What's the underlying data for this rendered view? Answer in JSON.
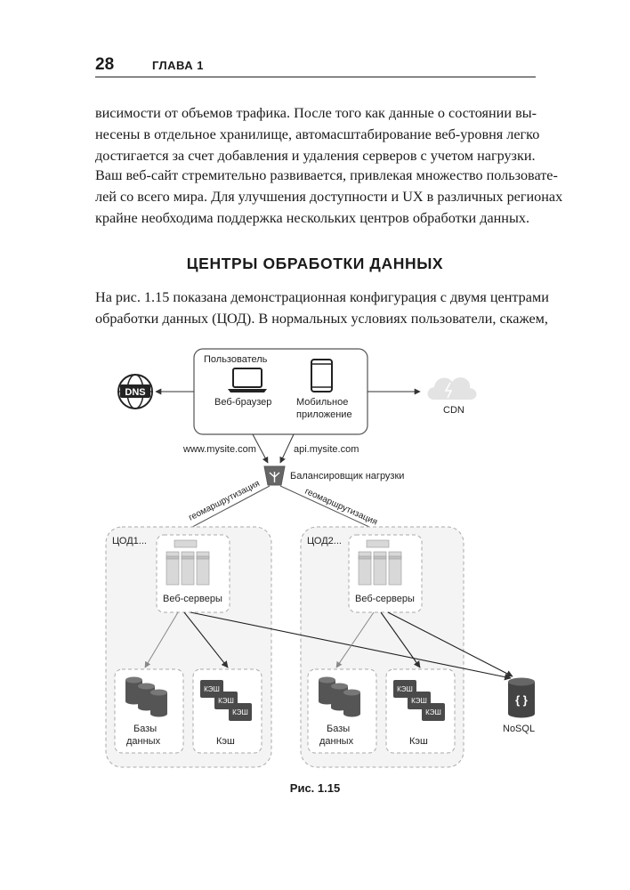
{
  "header": {
    "page_number": "28",
    "chapter": "ГЛАВА 1"
  },
  "paragraphs": [
    {
      "lines": [
        "висимости от объемов трафика. После того как данные о состоянии вы-",
        "несены в отдельное хранилище, автомасштабирование веб-уровня легко",
        "достигается за счет добавления и удаления серверов с учетом нагрузки."
      ]
    },
    {
      "lines": [
        "Ваш веб-сайт стремительно развивается, привлекая множество пользовате-",
        "лей со всего мира. Для улучшения доступности и UX в различных регионах",
        "крайне необходима поддержка нескольких центров обработки данных."
      ]
    }
  ],
  "section_title": "ЦЕНТРЫ ОБРАБОТКИ ДАННЫХ",
  "intro": {
    "lines": [
      "На рис. 1.15 показана демонстрационная конфигурация с двумя центрами",
      "обработки данных (ЦОД). В нормальных условиях пользователи, скажем,"
    ]
  },
  "diagram": {
    "user_label": "Пользователь",
    "web_browser": "Веб-браузер",
    "mobile_app_line1": "Мобильное",
    "mobile_app_line2": "приложение",
    "dns": "DNS",
    "cdn": "CDN",
    "www_url": "www.mysite.com",
    "api_url": "api.mysite.com",
    "load_balancer": "Балансировщик нагрузки",
    "georouting": "геомаршрутизация",
    "dc1": "ЦОД1...",
    "dc2": "ЦОД2...",
    "web_servers": "Веб-серверы",
    "databases_line1": "Базы",
    "databases_line2": "данных",
    "cache": "Кэш",
    "cache_chip": "КЭШ",
    "nosql": "NoSQL",
    "nosql_glyph": "{ }"
  },
  "caption": "Рис. 1.15"
}
